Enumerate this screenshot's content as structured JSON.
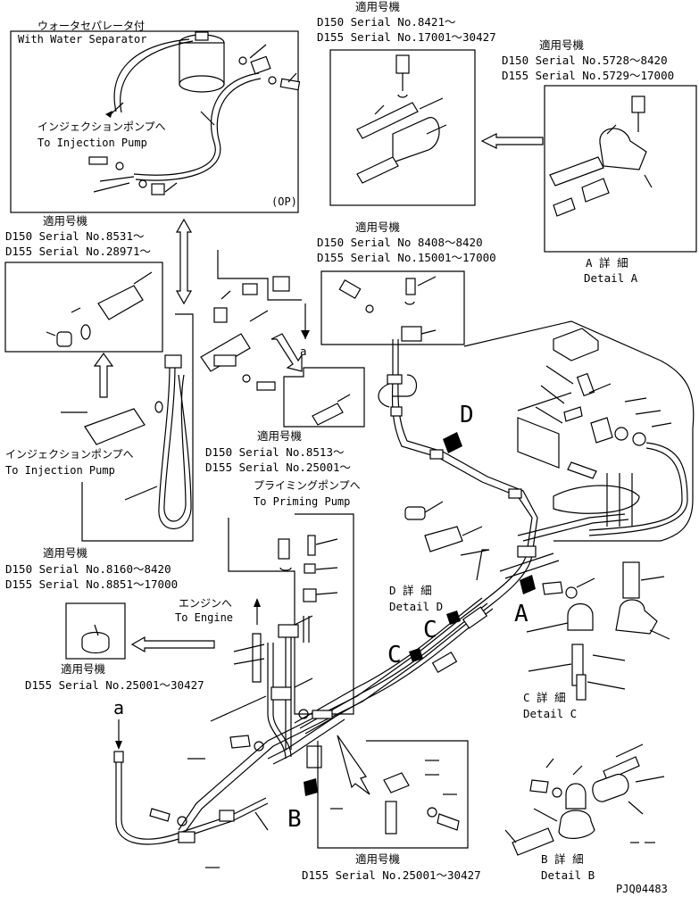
{
  "labels": {
    "water_sep_jp": "ウォータセパレータ付",
    "water_sep_en": "With Water Separator",
    "inj_pump_jp_top": "インジェクションポンプへ",
    "inj_pump_en_top": "To Injection Pump",
    "op": "(OP)",
    "applicable": "適用号機",
    "serial_d150_8421": "D150 Serial No.8421～",
    "serial_d155_17001": "D155 Serial No.17001～30427",
    "serial_d150_5728": "D150 Serial No.5728～8420",
    "serial_d155_5729": "D155 Serial No.5729～17000",
    "detail_a_jp": "A 詳 細",
    "detail_a_en": "Detail A",
    "serial_d150_8531": "D150 Serial No.8531～",
    "serial_d155_28971": "D155 Serial No.28971～",
    "serial_d150_8408": "D150 Serial No 8408～8420",
    "serial_d155_15001": "D155 Serial No.15001～17000",
    "inj_pump_jp_left": "インジェクションポンプへ",
    "inj_pump_en_left": "To Injection Pump",
    "serial_d150_8513": "D150 Serial No.8513～",
    "serial_d155_25001a": "D155 Serial No.25001～",
    "priming_jp": "プライミングポンプへ",
    "priming_en": "To Priming Pump",
    "serial_d150_8160": "D150 Serial No.8160～8420",
    "serial_d155_8851": "D155 Serial No.8851～17000",
    "engine_jp": "エンジンへ",
    "engine_en": "To Engine",
    "serial_d155_25001b": "D155 Serial No.25001～30427",
    "detail_d_jp": "D 詳 細",
    "detail_d_en": "Detail D",
    "detail_c_jp": "C 詳 細",
    "detail_c_en": "Detail C",
    "serial_d155_25001c": "D155 Serial No.25001～30427",
    "detail_b_jp": "B 詳 細",
    "detail_b_en": "Detail B",
    "letter_a_lower_1": "a",
    "letter_a_lower_2": "a",
    "letter_a": "A",
    "letter_b": "B",
    "letter_c": "C",
    "letter_d": "D",
    "code": "PJQ04483"
  }
}
